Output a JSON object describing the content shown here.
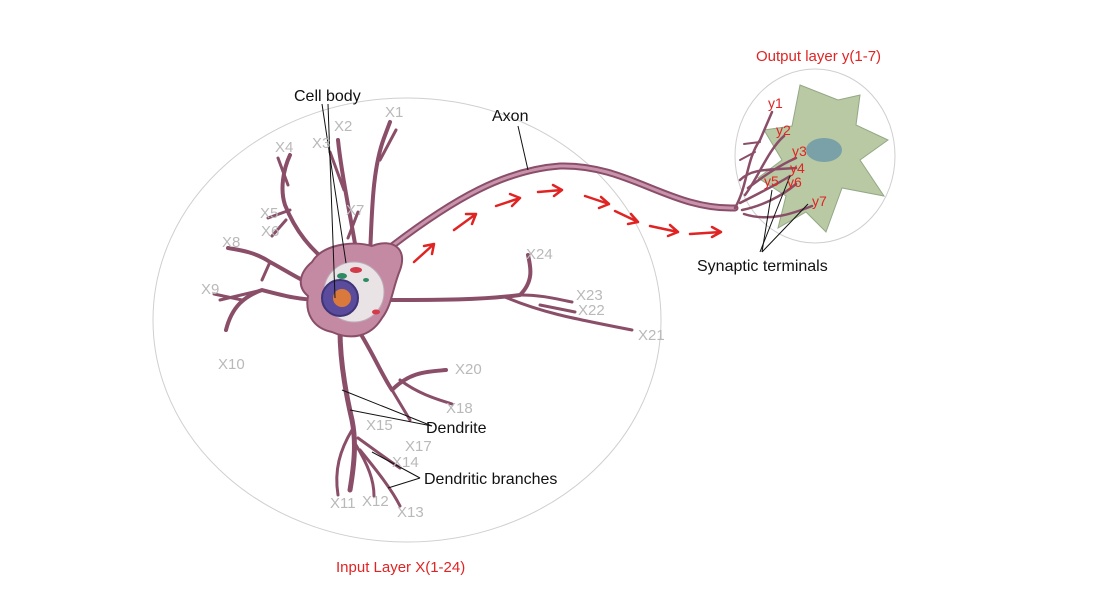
{
  "labels": {
    "cell_body": "Cell body",
    "axon": "Axon",
    "dendrite": "Dendrite",
    "dendritic_branches": "Dendritic branches",
    "synaptic_terminals": "Synaptic terminals",
    "input_layer": "Input Layer X(1-24)",
    "output_layer": "Output layer y(1-7)"
  },
  "inputs": [
    "X1",
    "X2",
    "X3",
    "X4",
    "X5",
    "X6",
    "X7",
    "X8",
    "X9",
    "X10",
    "X11",
    "X12",
    "X13",
    "X14",
    "X15",
    "X17",
    "X18",
    "X20",
    "X21",
    "X22",
    "X23",
    "X24"
  ],
  "outputs": [
    "y1",
    "y2",
    "y3",
    "y4",
    "y5",
    "y6",
    "y7"
  ],
  "colors": {
    "accent_red": "#e02424",
    "input_label_grey": "#b9b9b9",
    "neuron_outline": "#8a4e68",
    "neuron_fill": "#c48aa4",
    "target_cell": "#b8c9a4"
  }
}
